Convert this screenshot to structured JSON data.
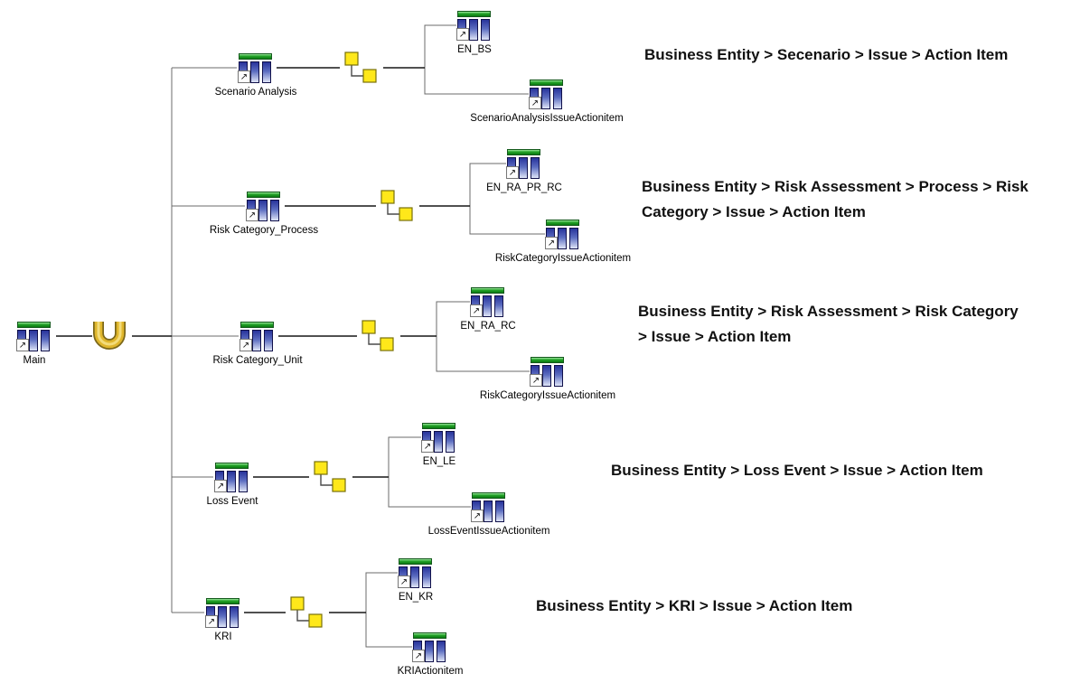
{
  "main_target": {
    "label": "Main"
  },
  "branches": [
    {
      "query": {
        "label": "Scenario Analysis"
      },
      "sources": [
        {
          "label": "EN_BS"
        },
        {
          "label": "ScenarioAnalysisIssueActionitem"
        }
      ],
      "annotation_lines": [
        "Business Entity > Secenario > Issue > Action Item"
      ]
    },
    {
      "query": {
        "label": "Risk Category_Process"
      },
      "sources": [
        {
          "label": "EN_RA_PR_RC"
        },
        {
          "label": "RiskCategoryIssueActionitem"
        }
      ],
      "annotation_lines": [
        "Business Entity > Risk Assessment > Process  > Risk",
        "Category > Issue > Action Item"
      ]
    },
    {
      "query": {
        "label": "Risk Category_Unit"
      },
      "sources": [
        {
          "label": "EN_RA_RC"
        },
        {
          "label": "RiskCategoryIssueActionitem"
        }
      ],
      "annotation_lines": [
        "Business Entity > Risk Assessment > Risk Category",
        "> Issue > Action Item"
      ]
    },
    {
      "query": {
        "label": "Loss Event"
      },
      "sources": [
        {
          "label": "EN_LE"
        },
        {
          "label": "LossEventIssueActionitem"
        }
      ],
      "annotation_lines": [
        "Business Entity > Loss Event > Issue > Action Item"
      ]
    },
    {
      "query": {
        "label": "KRI"
      },
      "sources": [
        {
          "label": "EN_KR"
        },
        {
          "label": "KRIActionitem"
        }
      ],
      "annotation_lines": [
        "Business Entity > KRI > Issue > Action Item"
      ]
    }
  ],
  "colors": {
    "background": "#ffffff",
    "table_header_green": "#1f9a25",
    "table_column_blue": "#28339b",
    "join_yellow": "#ffe81a",
    "union_gold": "#dfb62c",
    "wire_gray": "#6b6b6b",
    "arrow_black": "#161616",
    "annotation_text": "#111111"
  }
}
